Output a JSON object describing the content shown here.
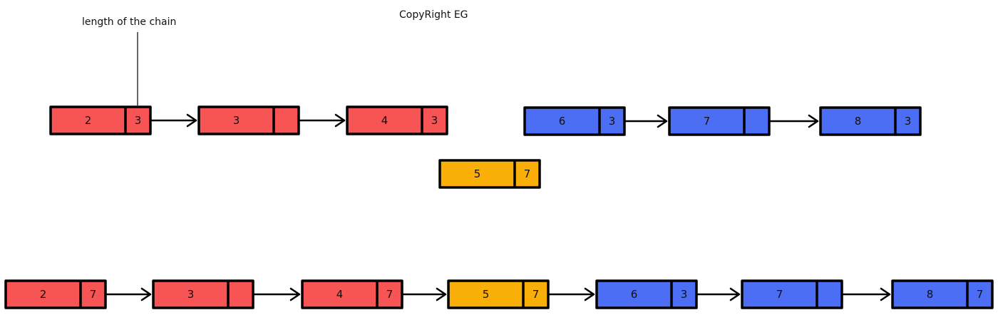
{
  "annotation": {
    "label": "length of the chain"
  },
  "copyright": "CopyRight EG",
  "colors": {
    "red": "#f75555",
    "blue": "#4c6ef5",
    "orange": "#f9ae08"
  },
  "top_left_chain": [
    {
      "value": "2",
      "length": "3",
      "color": "red"
    },
    {
      "value": "3",
      "length": "",
      "color": "red"
    },
    {
      "value": "4",
      "length": "3",
      "color": "red"
    }
  ],
  "top_right_chain": [
    {
      "value": "6",
      "length": "3",
      "color": "blue"
    },
    {
      "value": "7",
      "length": "",
      "color": "blue"
    },
    {
      "value": "8",
      "length": "3",
      "color": "blue"
    }
  ],
  "middle_node": {
    "value": "5",
    "length": "7",
    "color": "orange"
  },
  "merged_chain": [
    {
      "value": "2",
      "length": "7",
      "color": "red"
    },
    {
      "value": "3",
      "length": "",
      "color": "red"
    },
    {
      "value": "4",
      "length": "7",
      "color": "red"
    },
    {
      "value": "5",
      "length": "7",
      "color": "orange"
    },
    {
      "value": "6",
      "length": "3",
      "color": "blue"
    },
    {
      "value": "7",
      "length": "",
      "color": "blue"
    },
    {
      "value": "8",
      "length": "7",
      "color": "blue"
    }
  ]
}
